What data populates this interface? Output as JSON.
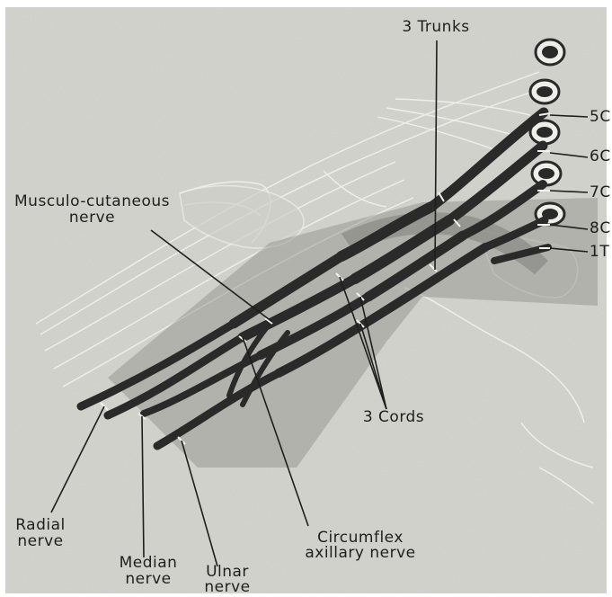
{
  "labels": {
    "trunks": "3 Trunks",
    "cords": "3 Cords",
    "musculocutaneous": [
      "Musculo-cutaneous",
      "nerve"
    ],
    "radial": [
      "Radial",
      "nerve"
    ],
    "median": [
      "Median",
      "nerve"
    ],
    "ulnar": [
      "Ulnar",
      "nerve"
    ],
    "circumflex": [
      "Circumflex",
      "axillary nerve"
    ],
    "roots": [
      "5C",
      "6C",
      "7C",
      "8C",
      "1T"
    ]
  },
  "colors": {
    "paper": "#d5d5d0",
    "paper_dark": "#bfbfba",
    "nerve": "#2a2a2a",
    "artery_band": "#8c8c88",
    "ink": "#1e1e1e",
    "frame": "#ffffff"
  }
}
